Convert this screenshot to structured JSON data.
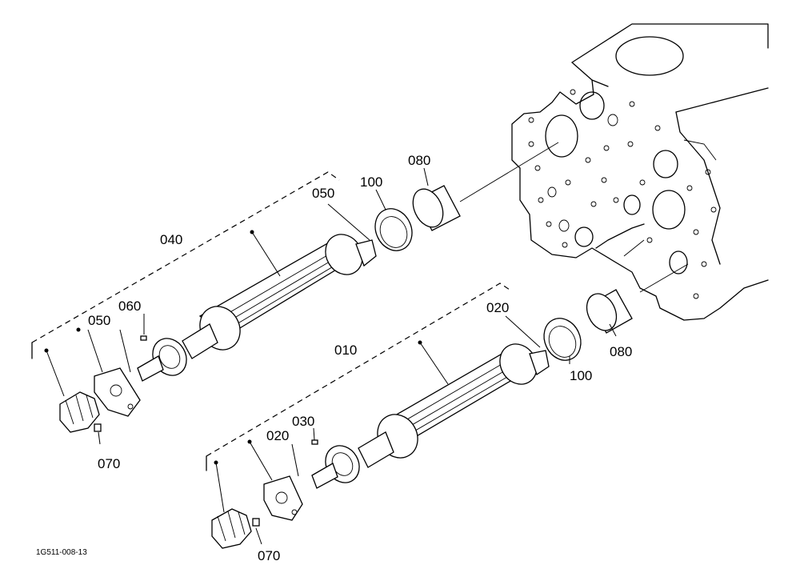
{
  "drawing": {
    "code": "1G511-008-13",
    "callouts": [
      {
        "id": "c040",
        "text": "040"
      },
      {
        "id": "c050a",
        "text": "050"
      },
      {
        "id": "c100a",
        "text": "100"
      },
      {
        "id": "c080a",
        "text": "080"
      },
      {
        "id": "c050b",
        "text": "050"
      },
      {
        "id": "c060",
        "text": "060"
      },
      {
        "id": "c070a",
        "text": "070"
      },
      {
        "id": "c010",
        "text": "010"
      },
      {
        "id": "c020a",
        "text": "020"
      },
      {
        "id": "c100b",
        "text": "100"
      },
      {
        "id": "c080b",
        "text": "080"
      },
      {
        "id": "c030",
        "text": "030"
      },
      {
        "id": "c020b",
        "text": "020"
      },
      {
        "id": "c070b",
        "text": "070"
      }
    ]
  }
}
